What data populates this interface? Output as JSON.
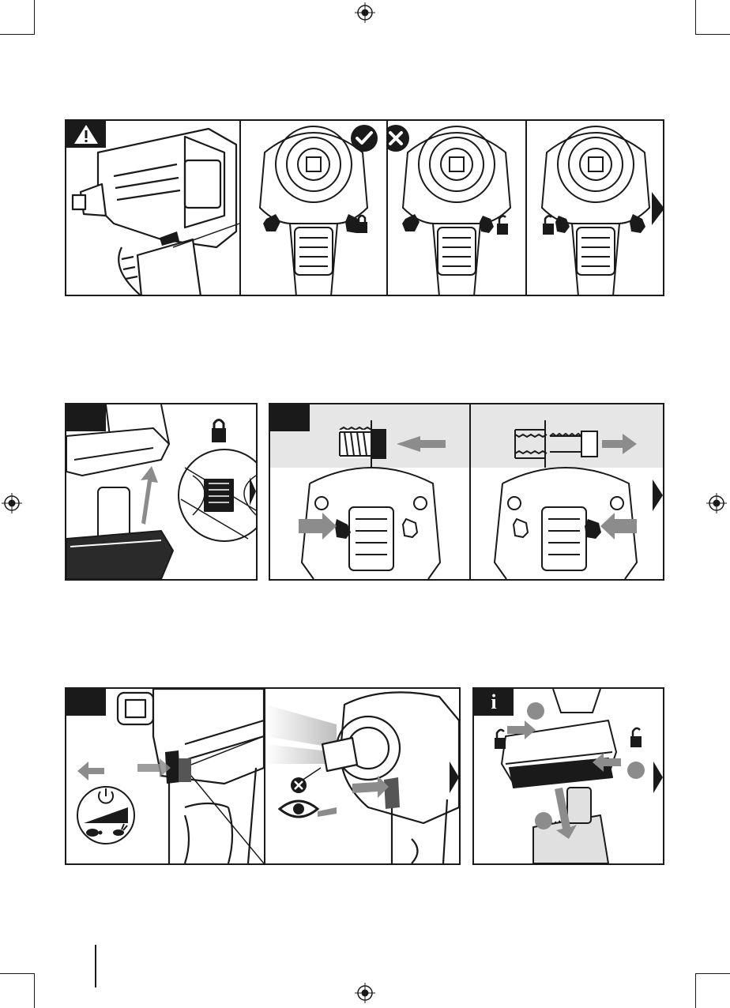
{
  "colors": {
    "ink": "#1a1a1a",
    "grey_band": "#e6e6e6",
    "arrow_grey": "#8c8c8c",
    "paper": "#ffffff"
  },
  "panels": [
    {
      "id": "panel-1",
      "badge": "warning-icon",
      "views": [
        "tool-side-view",
        "front-view-locked-ok",
        "front-view-unlocked-wrong",
        "front-view-unlocked-wrong-2"
      ],
      "status_icons": [
        "check-icon",
        "cross-icon"
      ],
      "lock_icons": [
        "lock-closed-icon",
        "lock-open-icon",
        "lock-open-icon"
      ]
    },
    {
      "id": "panel-2",
      "badge": "blank-tab",
      "views": [
        "battery-insert-view"
      ],
      "lock_icons": [
        "lock-closed-icon"
      ]
    },
    {
      "id": "panel-3",
      "badge": "blank-tab",
      "views": [
        "direction-switch-left",
        "direction-switch-right"
      ]
    },
    {
      "id": "panel-4",
      "badge": "blank-tab",
      "views": [
        "trigger-speed-view",
        "led-light-view"
      ],
      "icons": [
        "power-icon",
        "speed-ramp-icon",
        "tortoise-icon",
        "hare-icon",
        "eye-icon",
        "cross-icon"
      ]
    },
    {
      "id": "panel-5",
      "badge": "info-icon",
      "views": [
        "battery-remove-view"
      ],
      "lock_icons": [
        "lock-open-icon",
        "lock-open-icon"
      ]
    }
  ],
  "info_badge_text": "i"
}
